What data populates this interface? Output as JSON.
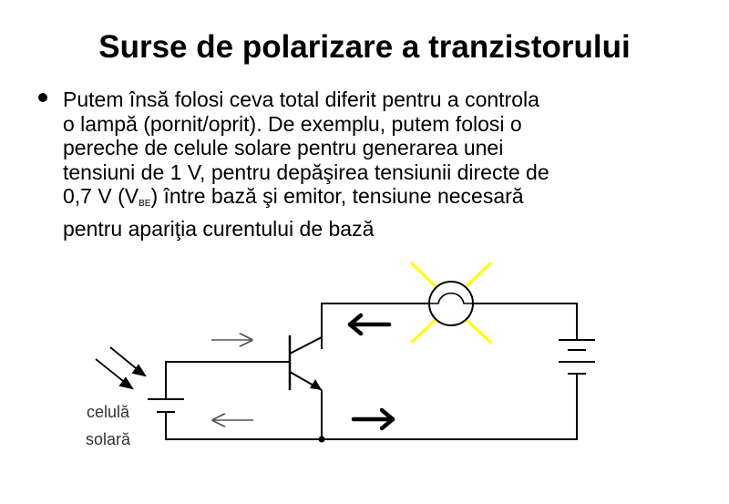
{
  "title": "Surse de polarizare a tranzistorului",
  "bullet": {
    "line1": "Putem însă folosi ceva total diferit pentru a controla",
    "line2": "o lampă (pornit/oprit). De exemplu, putem folosi o",
    "line3": "pereche de celule solare pentru generarea unei",
    "line4": "tensiuni de 1 V, pentru depăşirea tensiunii directe de",
    "line5_a": "0,7 V (V",
    "line5_sub": "BE",
    "line5_b": ") între bază şi emitor, tensiune necesară",
    "line6": "pentru apariţia curentului de bază"
  },
  "diagram": {
    "solar_label_line1": "celulă",
    "solar_label_line2": "solară",
    "lamp_glow_color": "#ffff00",
    "wire_color": "#000000",
    "thin_arrow_color": "#555555"
  }
}
